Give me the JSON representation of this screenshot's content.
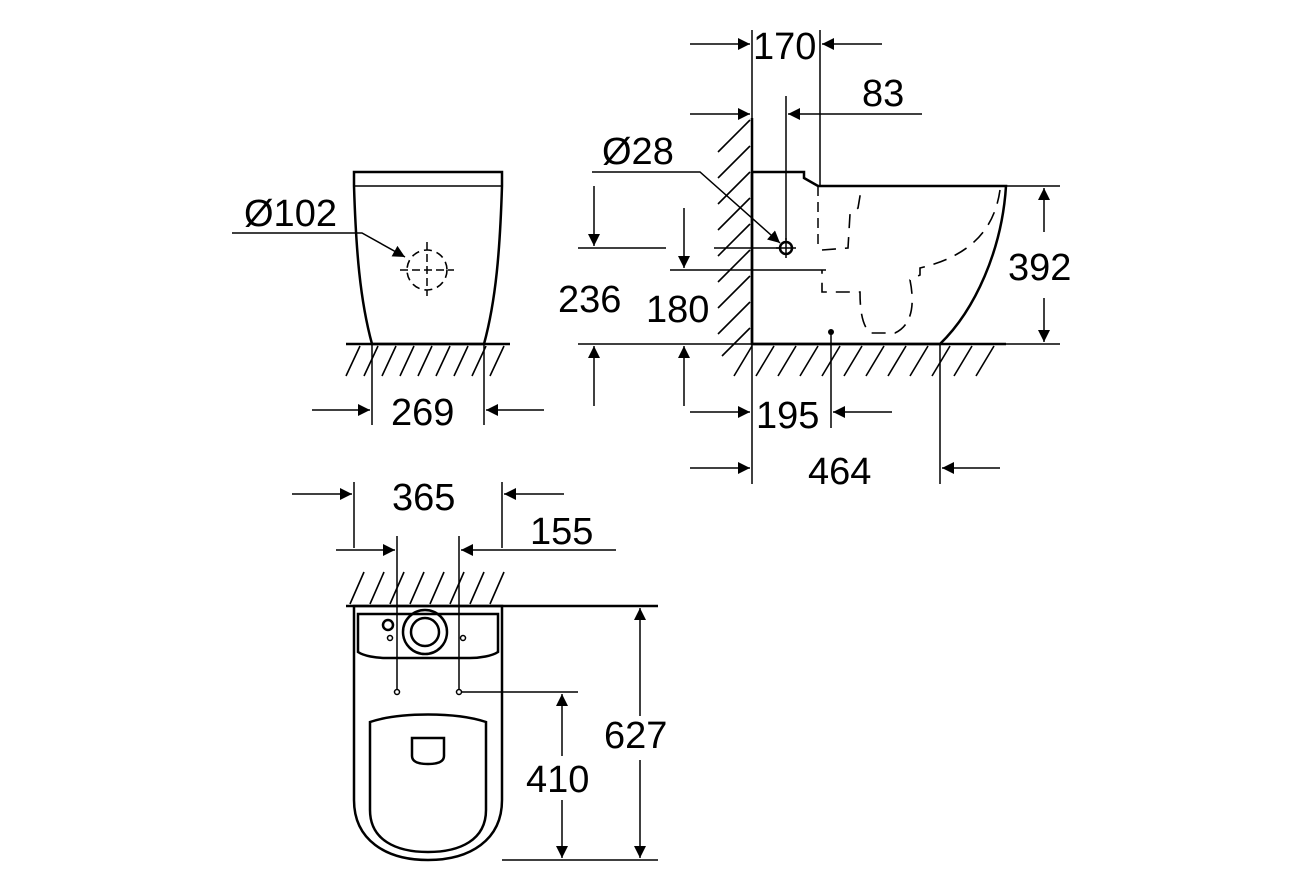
{
  "dimensions": {
    "d102": "Ø102",
    "w269": "269",
    "w170": "170",
    "w83": "83",
    "d28": "Ø28",
    "h236": "236",
    "h180": "180",
    "h392": "392",
    "w195": "195",
    "w464": "464",
    "w365": "365",
    "w155": "155",
    "h627": "627",
    "h410": "410"
  },
  "colors": {
    "line": "#000000",
    "background": "#ffffff"
  }
}
